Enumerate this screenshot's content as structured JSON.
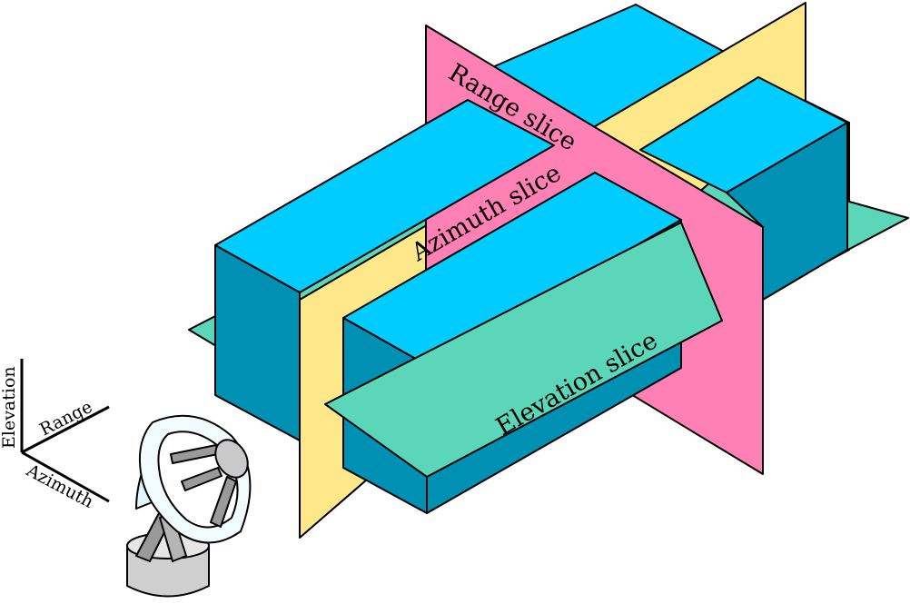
{
  "labels": {
    "range_slice": "Range slice",
    "azimuth_slice": "Azimuth slice",
    "elevation_slice": "Elevation slice"
  },
  "axes": {
    "elevation": "Elevation",
    "range": "Range",
    "azimuth": "Azimuth"
  },
  "colors": {
    "box_top": "#00ccff",
    "box_side": "#0090b4",
    "box_side_dark": "#007a9a",
    "range_plane": "#ff80b4",
    "azimuth_plane": "#ffe88a",
    "elevation_plane": "#5cd6b8",
    "outline": "#000000"
  },
  "icons": {
    "antenna": "radar-dish-icon"
  }
}
